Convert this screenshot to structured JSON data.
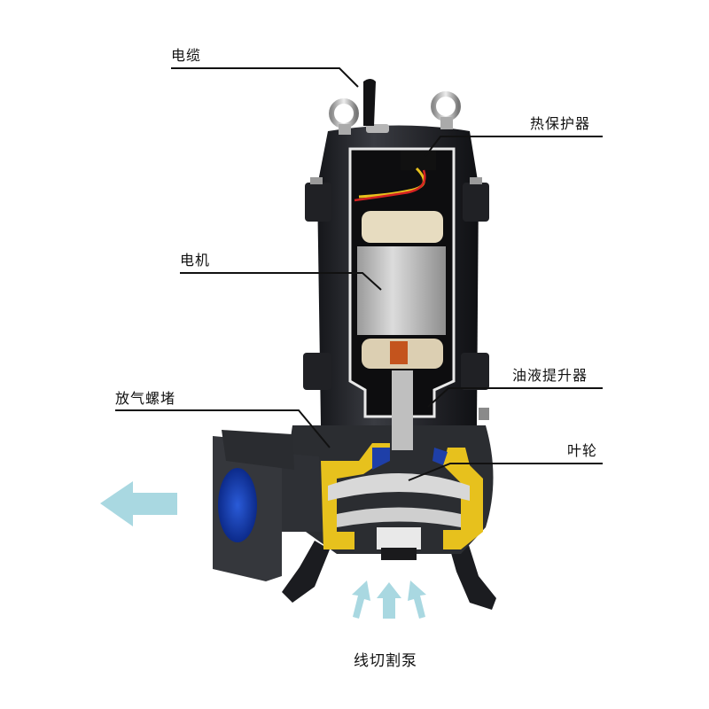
{
  "diagram": {
    "title": "线切割泵",
    "labels": {
      "cable": "电缆",
      "thermal_protector": "热保护器",
      "motor": "电机",
      "air_vent_plug": "放气螺堵",
      "oil_lifter": "油液提升器",
      "impeller": "叶轮"
    },
    "flow": {
      "outlet_direction": "left",
      "inlet_direction": "up",
      "inlet_arrow_count": 3
    },
    "colors": {
      "arrow": "#a9d8e1",
      "casting": "#2b2d31",
      "cutaway_yellow": "#e7c11d",
      "cutaway_blue": "#1e3fa8",
      "stator": "#c9c9c9",
      "leader_line": "#111111"
    }
  }
}
